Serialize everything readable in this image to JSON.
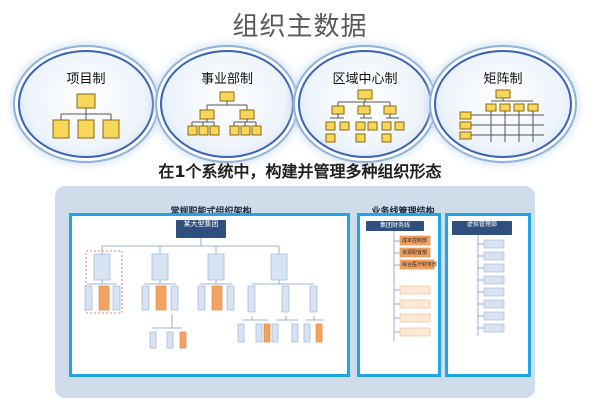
{
  "title": "组织主数据",
  "models": [
    {
      "label": "项目制"
    },
    {
      "label": "事业部制"
    },
    {
      "label": "区域中心制"
    },
    {
      "label": "矩阵制"
    }
  ],
  "subtitle": "在1个系统中，构建并管理多种组织形态",
  "sections": {
    "regular": {
      "heading": "常规职能式组织架构",
      "root": "某大型集团"
    },
    "business": {
      "heading": "业务线管理结构",
      "root": "集团财务线",
      "items": [
        "成本控制部",
        "资源配置部",
        "综合医疗财务部"
      ]
    },
    "virtual": {
      "heading": "",
      "root": "虚拟管理部"
    }
  },
  "colors": {
    "accent": "#1ea6e6",
    "node": "#2f4f7f",
    "highlight": "#f3a261",
    "panel": "#cfdcea"
  }
}
